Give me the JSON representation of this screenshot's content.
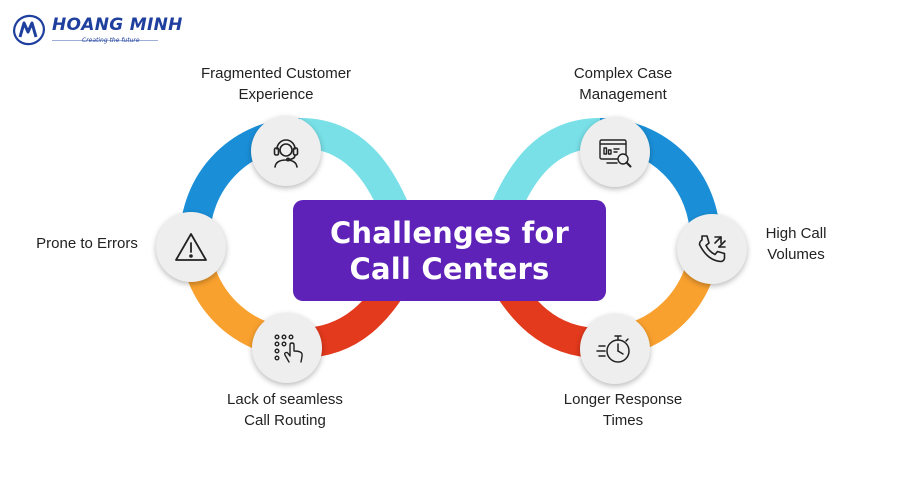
{
  "brand": {
    "name": "HOANG MINH",
    "tagline": "Creating the future"
  },
  "center": {
    "line1": "Challenges for",
    "line2": "Call Centers"
  },
  "challenges": [
    {
      "line1": "Fragmented Customer",
      "line2": "Experience",
      "icon": "headset-agent-icon"
    },
    {
      "line1": "Prone to Errors",
      "icon": "warning-triangle-icon"
    },
    {
      "line1": "Lack of seamless",
      "line2": "Call Routing",
      "icon": "touch-keypad-icon"
    },
    {
      "line1": "Complex Case",
      "line2": "Management",
      "icon": "dashboard-search-icon"
    },
    {
      "line1": "High Call",
      "line2": "Volumes",
      "icon": "phone-call-icon"
    },
    {
      "line1": "Longer Response",
      "line2": "Times",
      "icon": "stopwatch-icon"
    }
  ],
  "colors": {
    "center_box": "#5e22b8",
    "ring_blue": "#1a8fd8",
    "ring_cyan": "#79e0e8",
    "ring_orange": "#f9a12f",
    "ring_red": "#e3391c",
    "brand_blue": "#1f3f9e"
  }
}
